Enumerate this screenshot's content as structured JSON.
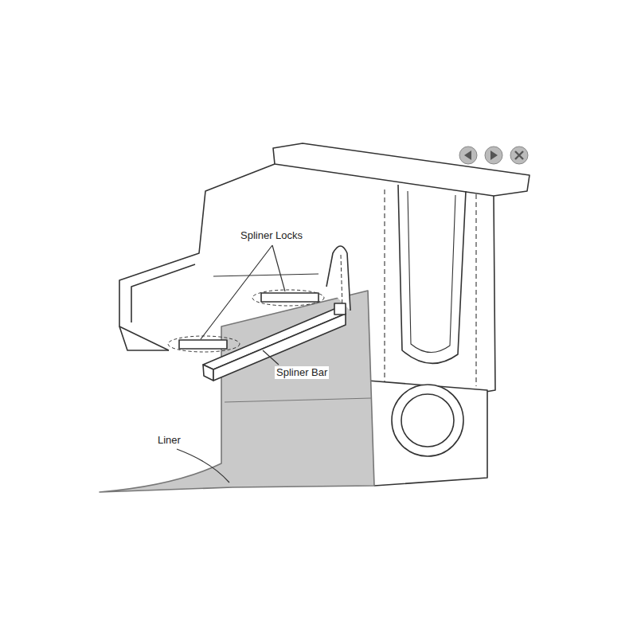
{
  "diagram": {
    "labels": [
      "Spliner Locks",
      "Spliner Bar",
      "Liner"
    ]
  }
}
